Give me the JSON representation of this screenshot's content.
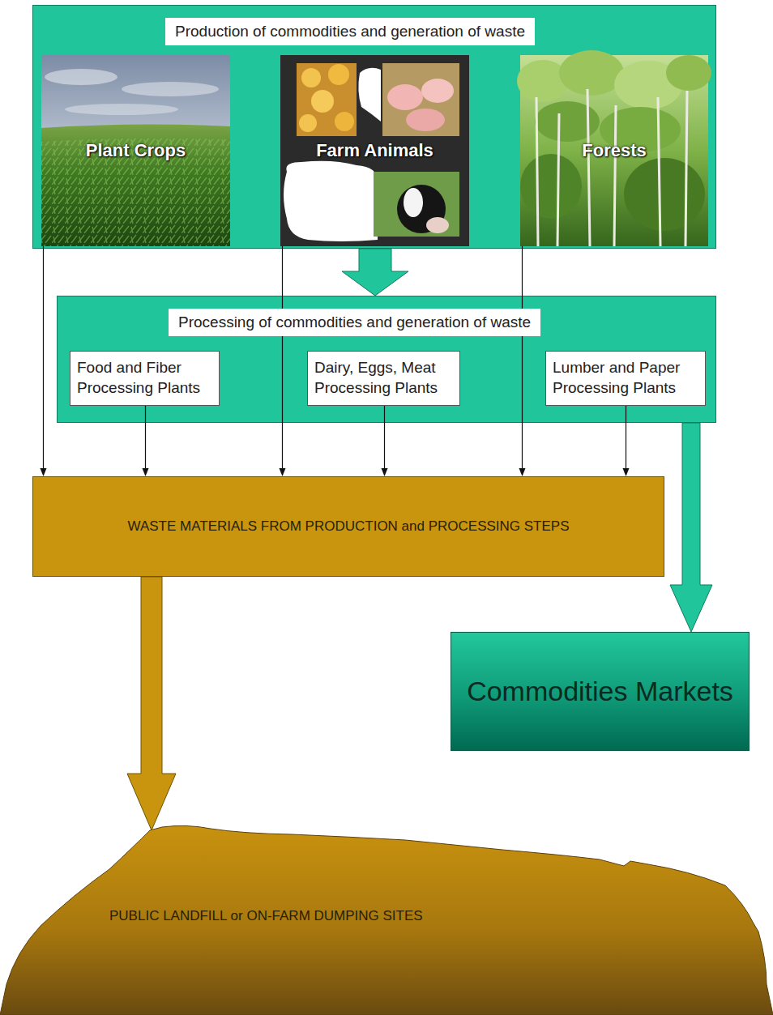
{
  "diagram": {
    "nodes": [
      {
        "text": [
          "Production of commodities and generation of waste"
        ]
      },
      {
        "text": [
          "Plant Crops"
        ],
        "in": 0
      },
      {
        "text": [
          "Farm Animals"
        ],
        "in": 0
      },
      {
        "text": [
          "Forests"
        ],
        "in": 0
      },
      {
        "text": [
          "Processing of commodities and generation of waste"
        ]
      },
      {
        "text": [
          "Food and Fiber Processing Plants"
        ],
        "in": 4
      },
      {
        "text": [
          "Dairy, Eggs, Meat Processing Plants"
        ],
        "in": 4
      },
      {
        "text": [
          "Lumber and Paper Processing Plants"
        ],
        "in": 4
      },
      {
        "text": [
          "WASTE MATERIALS FROM PRODUCTION and PROCESSING STEPS"
        ]
      },
      {
        "text": [
          "Commodities Markets"
        ]
      },
      {
        "text": [
          "PUBLIC LANDFILL or ON-FARM DUMPING SITES"
        ]
      }
    ],
    "edges": [
      {
        "from": 0,
        "to": 4,
        "arrow": "to"
      },
      {
        "from": 1,
        "to": 8,
        "arrow": "to"
      },
      {
        "from": 2,
        "to": 8,
        "arrow": "to"
      },
      {
        "from": 3,
        "to": 8,
        "arrow": "to"
      },
      {
        "from": 5,
        "to": 8,
        "arrow": "to"
      },
      {
        "from": 6,
        "to": 8,
        "arrow": "to"
      },
      {
        "from": 7,
        "to": 8,
        "arrow": "to"
      },
      {
        "from": 4,
        "to": 9,
        "arrow": "to"
      },
      {
        "from": 8,
        "to": 10,
        "arrow": "to"
      }
    ]
  }
}
